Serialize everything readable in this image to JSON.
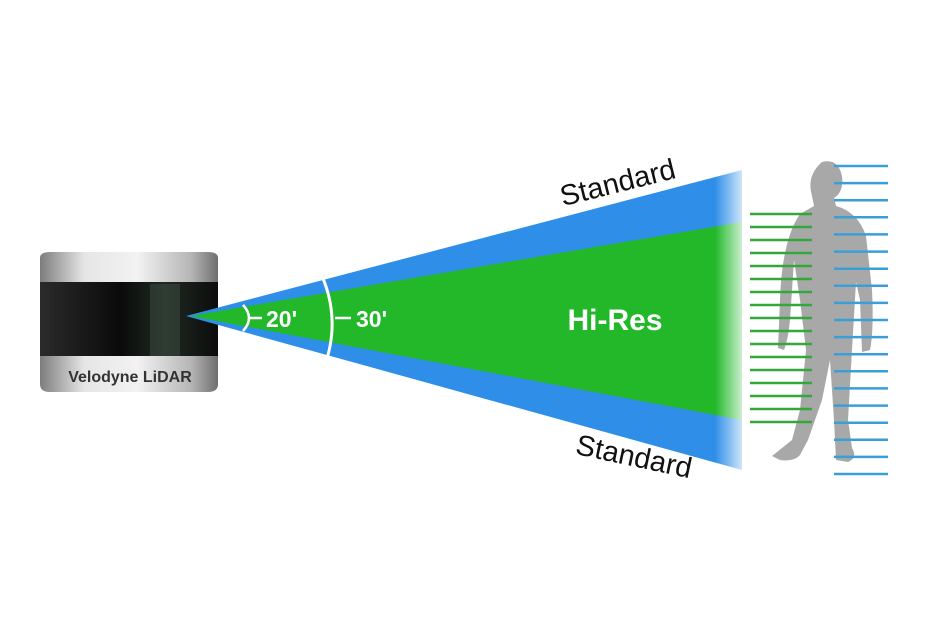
{
  "sensor": {
    "brand_text": "Velodyne LiDAR",
    "colors": {
      "body_light": "#d9d9d9",
      "body_dark": "#8a8a8a",
      "lens": "#111111"
    }
  },
  "beams": {
    "wide_angle_label": "30'",
    "narrow_angle_label": "20'",
    "standard_top_label": "Standard",
    "standard_bottom_label": "Standard",
    "hires_label": "Hi-Res",
    "colors": {
      "standard": "#2f8fe8",
      "hires": "#22b82a",
      "arc": "#ffffff"
    }
  },
  "target": {
    "icon": "person-silhouette-icon",
    "colors": {
      "silhouette": "#a8a8a8",
      "hires_lines": "#33a83a",
      "standard_lines": "#3a9fd8"
    },
    "hires_line_count": 17,
    "standard_line_count": 19
  }
}
